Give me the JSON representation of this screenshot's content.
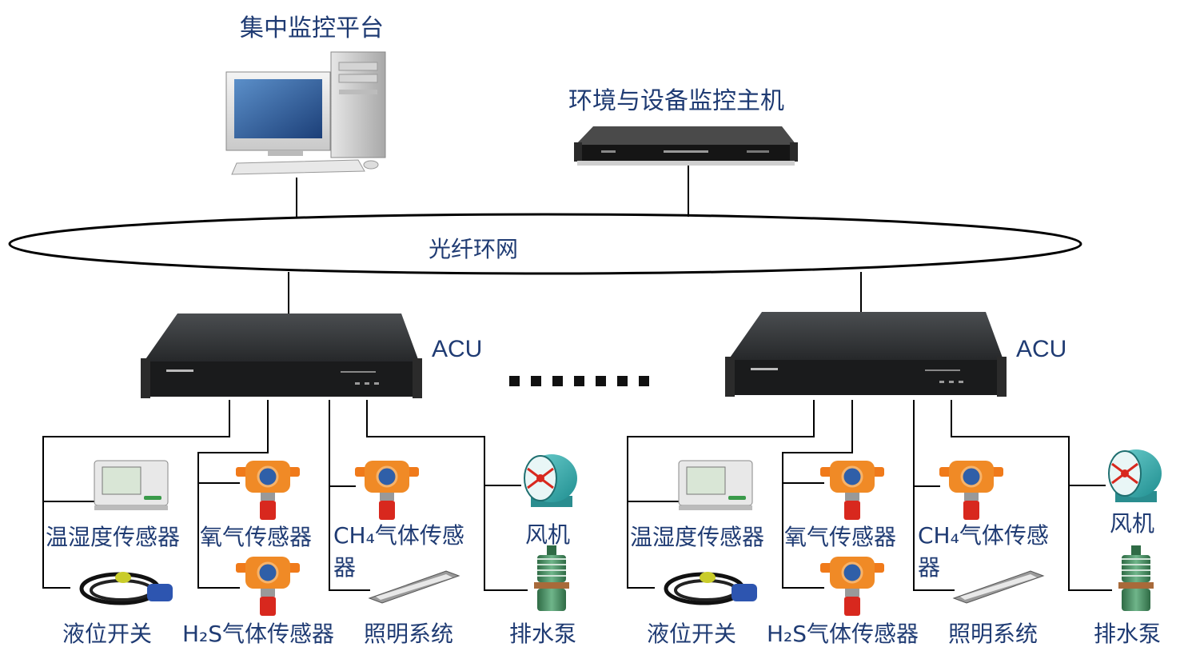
{
  "platform": {
    "title": "集中监控平台"
  },
  "host": {
    "title": "环境与设备监控主机"
  },
  "ring": {
    "label": "光纤环网"
  },
  "acu_groups": [
    {
      "acu_label": "ACU",
      "devices": {
        "temp_humidity": "温湿度传感器",
        "oxygen": "氧气传感器",
        "ch4_line1": "CH₄气体传感",
        "ch4_line2": "器",
        "fan": "风机",
        "level_switch": "液位开关",
        "h2s": "H₂S气体传感器",
        "lighting": "照明系统",
        "pump": "排水泵"
      }
    },
    {
      "acu_label": "ACU",
      "devices": {
        "temp_humidity": "温湿度传感器",
        "oxygen": "氧气传感器",
        "ch4_line1": "CH₄气体传感",
        "ch4_line2": "器",
        "fan": "风机",
        "level_switch": "液位开关",
        "h2s": "H₂S气体传感器",
        "lighting": "照明系统",
        "pump": "排水泵"
      }
    }
  ],
  "ellipsis": "......",
  "colors": {
    "label": "#1f3b73",
    "line": "#000000",
    "sensor_orange": "#f07a1a",
    "sensor_red": "#d8281e",
    "fan_teal": "#2aa6a6",
    "pump_green": "#3b8a5a"
  }
}
